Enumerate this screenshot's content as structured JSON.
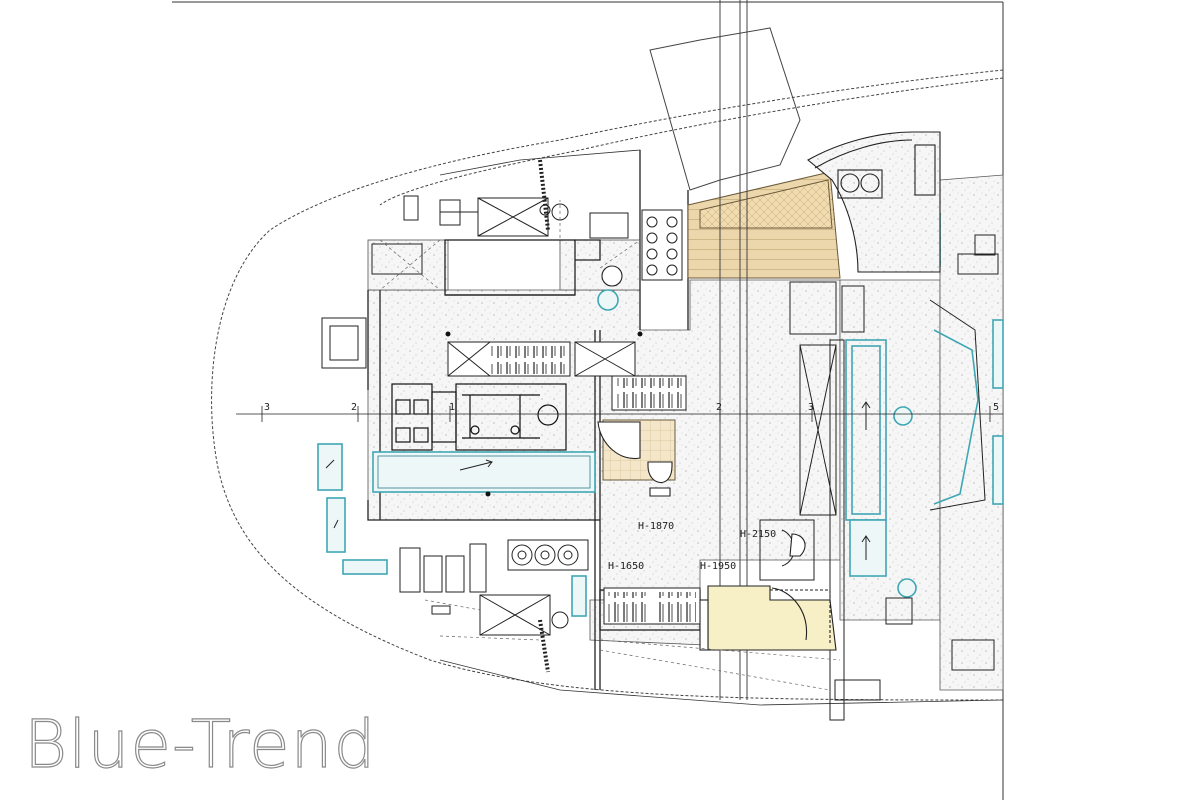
{
  "brand": {
    "label": "Blue-Trend"
  },
  "grid_labels": [
    "3",
    "2",
    "1",
    "2",
    "3",
    "5"
  ],
  "height_marks": [
    "H-1870",
    "H-2150",
    "H-1650",
    "H-1950"
  ],
  "colors": {
    "line": "#333333",
    "accent": "#3fa7b4",
    "wood": "#e6cfa0",
    "speckle": "#f1f1f1",
    "bed": "#f7f0c6"
  }
}
